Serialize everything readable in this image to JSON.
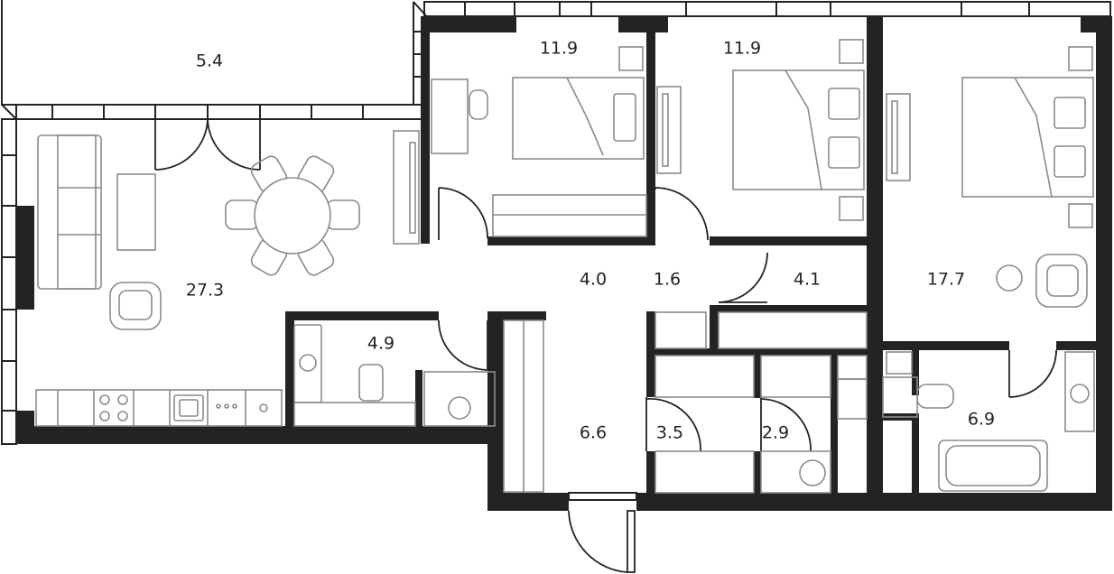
{
  "rooms": [
    {
      "id": "balcony",
      "area": "5.4"
    },
    {
      "id": "bedroom-1",
      "area": "11.9"
    },
    {
      "id": "bedroom-2",
      "area": "11.9"
    },
    {
      "id": "living-kitchen",
      "area": "27.3"
    },
    {
      "id": "hall-1",
      "area": "4.0"
    },
    {
      "id": "corridor",
      "area": "1.6"
    },
    {
      "id": "hall-2",
      "area": "4.1"
    },
    {
      "id": "bedroom-3",
      "area": "17.7"
    },
    {
      "id": "bathroom-1",
      "area": "4.9"
    },
    {
      "id": "entrance",
      "area": "6.6"
    },
    {
      "id": "wardrobe-1",
      "area": "3.5"
    },
    {
      "id": "wardrobe-2",
      "area": "2.9"
    },
    {
      "id": "bathroom-2",
      "area": "6.9"
    }
  ]
}
